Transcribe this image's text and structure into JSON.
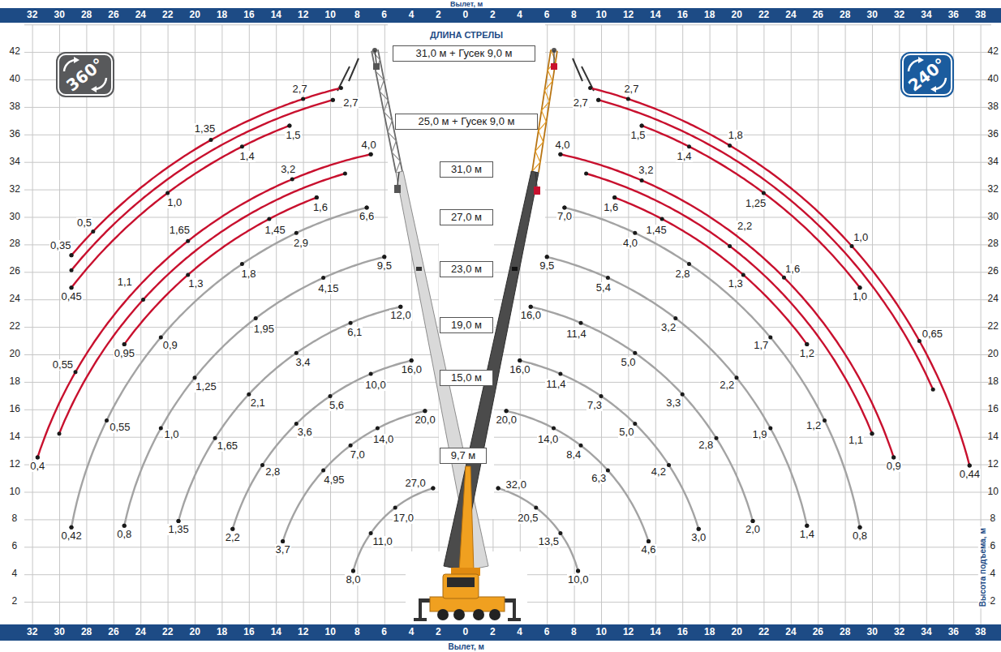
{
  "diagram": {
    "nodes": [
      {
        "text": [
          "360°"
        ]
      },
      {
        "text": [
          "31,0 м + Гусек 9,0 м"
        ]
      },
      {
        "text": [
          "240°"
        ]
      },
      {
        "text": [
          "25,0 м + Гусек 9,0 м"
        ]
      },
      {
        "text": [
          "31,0 м"
        ]
      },
      {
        "text": [
          "27,0 м"
        ]
      },
      {
        "text": [
          "23,0 м"
        ]
      },
      {
        "text": [
          "19,0 м"
        ]
      },
      {
        "text": [
          "15,0 м"
        ]
      },
      {
        "text": [
          "9,7 м"
        ]
      }
    ],
    "labels": [
      "Вылет, м",
      "32",
      "30",
      "28",
      "26",
      "24",
      "22",
      "20",
      "18",
      "16",
      "14",
      "12",
      "10",
      "8",
      "6",
      "4",
      "2",
      "0",
      "2",
      "4",
      "6",
      "8",
      "10",
      "12",
      "14",
      "16",
      "18",
      "20",
      "22",
      "24",
      "26",
      "28",
      "30",
      "32",
      "34",
      "36",
      "38",
      "ДЛИНА СТРЕЛЫ",
      "42",
      "40",
      "38",
      "36",
      "34",
      "32",
      "30",
      "28",
      "26",
      "24",
      "22",
      "20",
      "18",
      "16",
      "14",
      "12",
      "10",
      "8",
      "6",
      "4",
      "2",
      "42",
      "40",
      "38",
      "36",
      "34",
      "32",
      "30",
      "28",
      "26",
      "24",
      "22",
      "20",
      "18",
      "16",
      "14",
      "12",
      "10",
      "8",
      "6",
      "4",
      "2",
      "27,0",
      "17,0",
      "11,0",
      "8,0",
      "20,0",
      "14,0",
      "7,0",
      "4,95",
      "3,7",
      "16,0",
      "10,0",
      "5,6",
      "3,6",
      "2,8",
      "2,2",
      "12,0",
      "6,1",
      "3,4",
      "2,1",
      "1,65",
      "1,35",
      "9,5",
      "4,15",
      "1,95",
      "1,25",
      "1,0",
      "0,8",
      "6,6",
      "2,9",
      "1,8",
      "0,9",
      "0,55",
      "0,42",
      "32,0",
      "20,5",
      "13,5",
      "10,0",
      "20,0",
      "14,0",
      "8,4",
      "6,3",
      "4,6",
      "16,0",
      "11,4",
      "7,3",
      "5,0",
      "4,2",
      "3,0",
      "16,0",
      "11,4",
      "5,0",
      "3,3",
      "2,8",
      "2,0",
      "9,5",
      "5,4",
      "3,2",
      "2,2",
      "1,9",
      "1,4",
      "7,0",
      "4,0",
      "2,8",
      "1,7",
      "1,2",
      "0,8",
      "4,0",
      "3,2",
      "1,65",
      "0,55",
      "0,4",
      "1,1",
      "1,6",
      "1,45",
      "1,3",
      "0,95",
      "2,7",
      "1,35",
      "0,5",
      "0,35",
      "2,7",
      "1,5",
      "1,4",
      "1,0",
      "0,45",
      "4,0",
      "3,2",
      "1,6",
      "0,9",
      "2,2",
      "1,1",
      "1,6",
      "1,45",
      "1,3",
      "1,2",
      "2,7",
      "1,8",
      "1,0",
      "0,65",
      "0,44",
      "2,7",
      "1,5",
      "1,4",
      "1,25",
      "1,0",
      "Высота подъема, м",
      "32",
      "30",
      "28",
      "26",
      "24",
      "22",
      "20",
      "18",
      "16",
      "14",
      "12",
      "10",
      "8",
      "6",
      "4",
      "2",
      "0",
      "2",
      "4",
      "6",
      "8",
      "10",
      "12",
      "14",
      "16",
      "18",
      "20",
      "22",
      "24",
      "26",
      "28",
      "30",
      "32",
      "34",
      "36",
      "38",
      "Вылет, м"
    ]
  }
}
